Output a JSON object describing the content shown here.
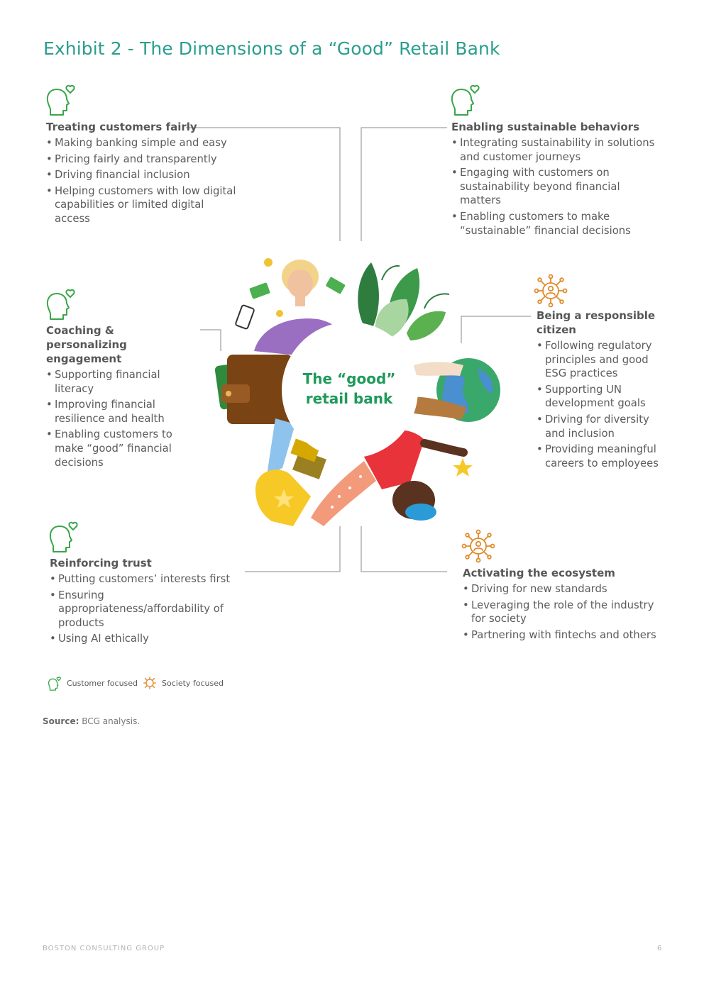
{
  "title": "Exhibit 2 - The Dimensions of a “Good” Retail Bank",
  "center_label_line1": "The “good”",
  "center_label_line2": "retail bank",
  "colors": {
    "title": "#2a9e8e",
    "customer_icon": "#3aa64a",
    "society_icon": "#e08a2a",
    "center_text": "#1f9a5a"
  },
  "dimensions": [
    {
      "id": "treating",
      "icon": "customer-focused-icon",
      "heading": "Treating customers fairly",
      "items": [
        "Making banking simple and easy",
        "Pricing fairly and transparently",
        "Driving financial inclusion",
        "Helping customers with low digital capabilities or limited digital access"
      ]
    },
    {
      "id": "sustainable",
      "icon": "customer-focused-icon",
      "heading": "Enabling sustainable behaviors",
      "items": [
        "Integrating sustainability in solutions and customer journeys",
        "Engaging with customers on sustainability beyond financial matters",
        "Enabling customers to make “sustainable” financial decisions"
      ]
    },
    {
      "id": "coaching",
      "icon": "customer-focused-icon",
      "heading": "Coaching & personalizing engagement",
      "items": [
        "Supporting financial literacy",
        "Improving financial resilience and health",
        "Enabling customers to make “good” financial decisions"
      ]
    },
    {
      "id": "citizen",
      "icon": "society-focused-icon",
      "heading": "Being a responsible citizen",
      "items": [
        "Following regulatory principles and good ESG practices",
        "Supporting UN development goals",
        "Driving for diversity and inclusion",
        "Providing meaningful careers to employees"
      ]
    },
    {
      "id": "trust",
      "icon": "customer-focused-icon",
      "heading": "Reinforcing trust",
      "items": [
        "Putting customers’ interests first",
        "Ensuring appropriateness/affordability of products",
        "Using AI ethically"
      ]
    },
    {
      "id": "ecosystem",
      "icon": "society-focused-icon",
      "heading": "Activating the ecosystem",
      "items": [
        "Driving for new standards",
        "Leveraging the role of the industry for society",
        "Partnering with fintechs and others"
      ]
    }
  ],
  "legend": {
    "customer": "Customer focused",
    "society": "Society focused"
  },
  "source": {
    "label": "Source:",
    "text": " BCG analysis."
  },
  "footer": {
    "company": "BOSTON CONSULTING GROUP",
    "page": "6"
  }
}
